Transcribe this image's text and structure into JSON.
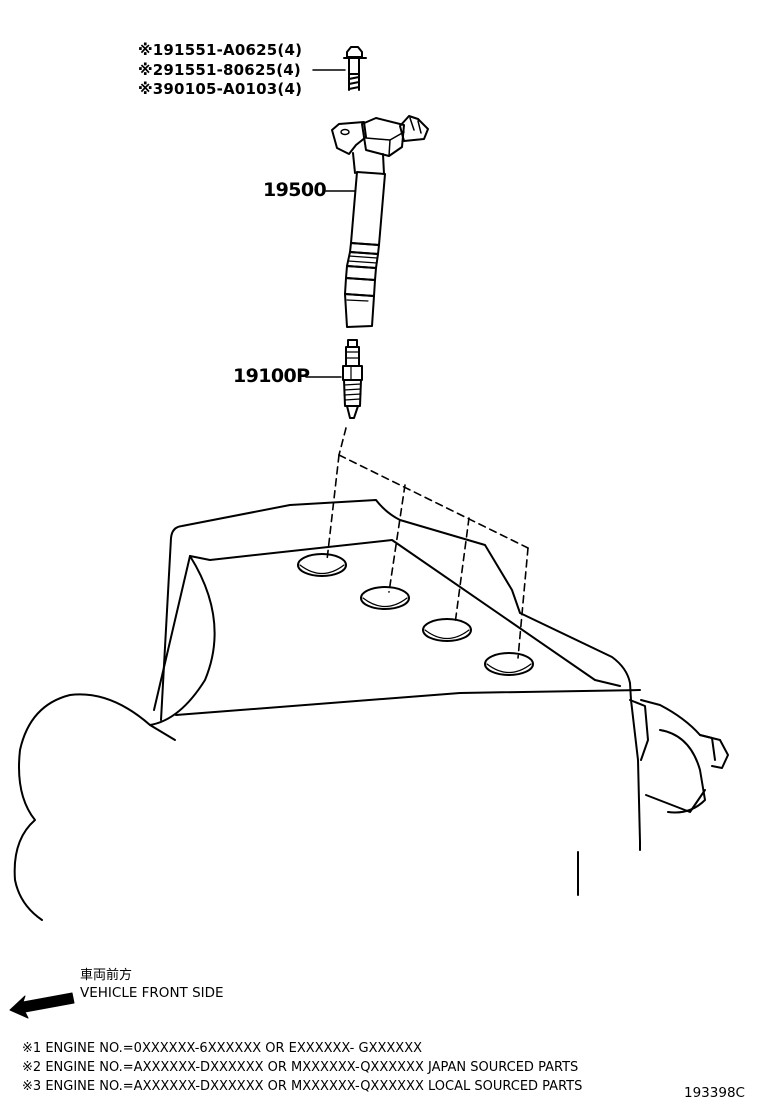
{
  "bolt_parts": [
    {
      "mark": "※1",
      "part_number": "91551-A0625",
      "qty": "(4)"
    },
    {
      "mark": "※2",
      "part_number": "91551-80625",
      "qty": "(4)"
    },
    {
      "mark": "※3",
      "part_number": "90105-A0103",
      "qty": "(4)"
    }
  ],
  "callouts": {
    "ignition_coil": "19500",
    "spark_plug": "19100P"
  },
  "front_indicator": {
    "japanese": "車両前方",
    "english": "VEHICLE FRONT SIDE"
  },
  "notes": [
    {
      "mark": "※1",
      "text": "ENGINE NO.=0XXXXXX-6XXXXXX OR EXXXXXX- GXXXXXX"
    },
    {
      "mark": "※2",
      "text": "ENGINE NO.=AXXXXXX-DXXXXXX OR MXXXXXX-QXXXXXX JAPAN SOURCED PARTS"
    },
    {
      "mark": "※3",
      "text": "ENGINE NO.=AXXXXXX-DXXXXXX OR MXXXXXX-QXXXXXX LOCAL SOURCED PARTS"
    }
  ],
  "illustration_ref": "193398C"
}
